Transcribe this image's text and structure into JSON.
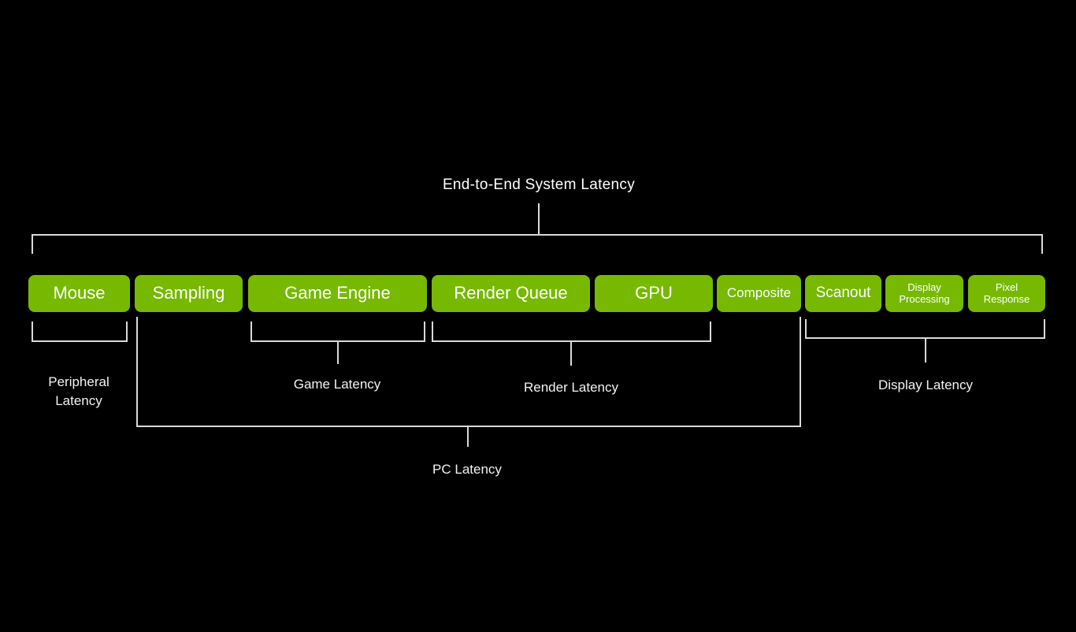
{
  "title": "End-to-End System Latency",
  "boxes": [
    {
      "label": "Mouse"
    },
    {
      "label": "Sampling"
    },
    {
      "label": "Game Engine"
    },
    {
      "label": "Render Queue"
    },
    {
      "label": "GPU"
    },
    {
      "label": "Composite"
    },
    {
      "label": "Scanout"
    },
    {
      "label": "Display Processing"
    },
    {
      "label": "Pixel Response"
    }
  ],
  "groups": {
    "peripheral": "Peripheral Latency",
    "game": "Game Latency",
    "render": "Render Latency",
    "display": "Display Latency",
    "pc": "PC Latency"
  },
  "colors": {
    "background": "#000000",
    "box_green": "#76b900",
    "line": "#d9d9d9",
    "text": "#ffffff"
  }
}
